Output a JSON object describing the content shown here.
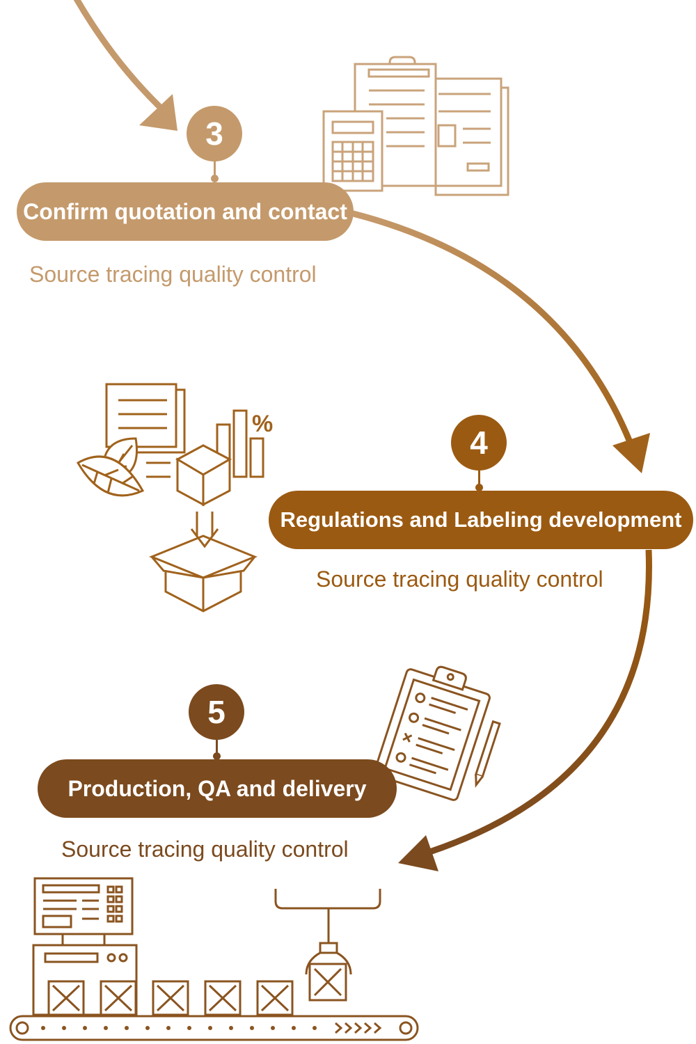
{
  "colors": {
    "step3": "#c49a6c",
    "step4": "#9b5a12",
    "step5": "#7b4a1e",
    "icon_light": "#c9a37b",
    "icon_mid": "#a0621c",
    "icon_dark": "#8a5420",
    "background": "#ffffff"
  },
  "steps": [
    {
      "number": "3",
      "title": "Confirm quotation and contact",
      "subtitle": "Source tracing quality control",
      "icon": "documents-calculator-icon"
    },
    {
      "number": "4",
      "title": "Regulations and Labeling development",
      "subtitle": "Source tracing quality control",
      "icon": "product-development-icon"
    },
    {
      "number": "5",
      "title": "Production, QA and delivery",
      "subtitle": "Source tracing quality control",
      "icon": "checklist-clipboard-icon"
    }
  ],
  "icons": {
    "percent_symbol": "%",
    "factory": "production-line-icon"
  }
}
